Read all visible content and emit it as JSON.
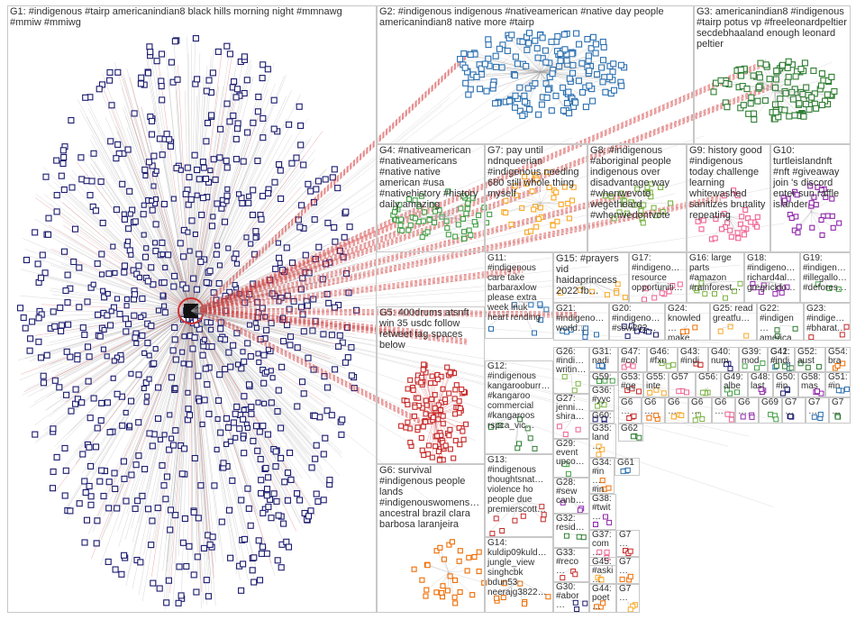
{
  "colors": {
    "g1_node": "#1a1a6e",
    "g2_node": "#2a6fb0",
    "g3_node": "#2e7d32",
    "g4_node": "#43a047",
    "g5_node": "#c62828",
    "g6_node": "#ef6c00",
    "g7_node": "#f9a825",
    "g8_node": "#7cb342",
    "g9_node": "#f06292",
    "g10_node": "#8e24aa",
    "edge_gray": "#9e9e9e",
    "edge_red": "#d32f2f",
    "border": "#c8c8c8"
  },
  "groups": [
    {
      "id": "G1",
      "label": "G1: #indigenous #tairp americanindian8 black hills morning night #mmnawg #mmiw #mmiwg"
    },
    {
      "id": "G2",
      "label": "G2: #indigenous indigenous #nativeamerican #native day people americanindian8 native more #tairp"
    },
    {
      "id": "G3",
      "label": "G3: americanindian8 #indigenous #tairp potus vp #freeleonardpeltier secdebhaaland enough leonard peltier"
    },
    {
      "id": "G4",
      "label": "G4: #nativeamerican #nativeamericans #native native american #usa #nativehistory #history daily amazing"
    },
    {
      "id": "G5",
      "label": "G5: 400drums atsnft win 35 usdc follow retweet tag spaces below"
    },
    {
      "id": "G6",
      "label": "G6: survival #indigenous people lands #indigenouswomens… ancestral brazil clara barbosa laranjeira"
    },
    {
      "id": "G7",
      "label": "G7: pay until ndnqueerian #indigenous needing 680 still whole thing myself"
    },
    {
      "id": "G8",
      "label": "G8: #indigenous #aboriginal people indigenous over disadvantage way #whenwevote wegetheard #whenwedontvote"
    },
    {
      "id": "G9",
      "label": "G9: history good #indigenous today challenge learning whitewashed sanitizes brutality repeating"
    },
    {
      "id": "G10",
      "label": "G10: turtleislandnft #nft #giveaway join 's discord enter sun raffle islander"
    },
    {
      "id": "G11",
      "label": "G11: #indigenous care take barbaraxlow please extra week lnuk heart rending"
    },
    {
      "id": "G12",
      "label": "G12: #indigenous kangarooburr… #kangaroo commercial #kangaroos rspca_vic…"
    },
    {
      "id": "G13",
      "label": "G13: #indigenous thoughtsnat… violence ho people due premierscott…"
    },
    {
      "id": "G14",
      "label": "G14: kuldip09kuld… jungle_view singhcbk bdun53 neerajg3822…"
    },
    {
      "id": "G15",
      "label": "G15: #prayers vid haidaprincess 2022 fb…"
    },
    {
      "id": "G16",
      "label": "G16: large parts #amazon #rainforest…"
    },
    {
      "id": "G17",
      "label": "G17: #indigeno… resource opportuniti…"
    },
    {
      "id": "G18",
      "label": "G18: #indigeno… richard4al… gregrickfo…"
    },
    {
      "id": "G19",
      "label": "G19: #indigen… #illegallo… #defores…"
    },
    {
      "id": "G20",
      "label": "G20: #indigeno… #ssw202…"
    },
    {
      "id": "G21",
      "label": "G21: #indigeno… world…"
    },
    {
      "id": "G22",
      "label": "G22: #indigen… america…"
    },
    {
      "id": "G23",
      "label": "G23: #indige… #bharat…"
    },
    {
      "id": "G24",
      "label": "G24: knowled… make…"
    },
    {
      "id": "G25",
      "label": "G25: read greatfu…"
    },
    {
      "id": "G26",
      "label": "G26: #indi… writin…"
    },
    {
      "id": "G27",
      "label": "G27: jenni… shira…"
    },
    {
      "id": "G28",
      "label": "G28: #sew canb…"
    },
    {
      "id": "G29",
      "label": "G29: event upco…"
    },
    {
      "id": "G30",
      "label": "G30: #abor…"
    },
    {
      "id": "G31",
      "label": "G31: nadi… tedd…"
    },
    {
      "id": "G32",
      "label": "G32: resid…"
    },
    {
      "id": "G33",
      "label": "G33: #reco…"
    },
    {
      "id": "G34",
      "label": "G34: #in… #in…"
    },
    {
      "id": "G35",
      "label": "G35: land…"
    },
    {
      "id": "G36",
      "label": "G36: #yyc…"
    },
    {
      "id": "G37",
      "label": "G37: com…"
    },
    {
      "id": "G38",
      "label": "G38: #twit…"
    },
    {
      "id": "G39",
      "label": "G39: mod…"
    },
    {
      "id": "G40",
      "label": "G40: num…"
    },
    {
      "id": "G41",
      "label": "G41: #in…"
    },
    {
      "id": "G42",
      "label": "G42: #indi…"
    },
    {
      "id": "G43",
      "label": "G43: #indi…"
    },
    {
      "id": "G44",
      "label": "G44: poet…"
    },
    {
      "id": "G45",
      "label": "G45: #aski…"
    },
    {
      "id": "G46",
      "label": "G46: #fxn…"
    },
    {
      "id": "G47",
      "label": "G47: #col…"
    },
    {
      "id": "G48",
      "label": "G48: last…"
    },
    {
      "id": "G49",
      "label": "G49: albe…"
    },
    {
      "id": "G50",
      "label": "G50: #in…"
    },
    {
      "id": "G51",
      "label": "G51: #in…"
    },
    {
      "id": "G52",
      "label": "G52: aust…"
    },
    {
      "id": "G53",
      "label": "G53: #ge…"
    },
    {
      "id": "G54",
      "label": "G54: bra…"
    },
    {
      "id": "G55",
      "label": "G55: inte…"
    },
    {
      "id": "G56",
      "label": "G56:"
    },
    {
      "id": "G57",
      "label": "G57"
    },
    {
      "id": "G58",
      "label": "G58: mas…"
    },
    {
      "id": "G59",
      "label": "G59:"
    },
    {
      "id": "G60",
      "label": "G60:"
    },
    {
      "id": "G61",
      "label": "G61"
    },
    {
      "id": "G62",
      "label": "G62"
    },
    {
      "id": "G63",
      "label": "G6…"
    },
    {
      "id": "G64",
      "label": "G6…"
    },
    {
      "id": "G65",
      "label": "G6…"
    },
    {
      "id": "G66",
      "label": "G6…"
    },
    {
      "id": "G67",
      "label": "G6…"
    },
    {
      "id": "G68",
      "label": "G6…"
    },
    {
      "id": "G69",
      "label": "G69"
    },
    {
      "id": "G70",
      "label": "G7…"
    },
    {
      "id": "G71",
      "label": "G7…"
    },
    {
      "id": "G72",
      "label": "G7…"
    },
    {
      "id": "G73",
      "label": "G7…"
    },
    {
      "id": "G74",
      "label": "G7…"
    },
    {
      "id": "G75",
      "label": "G7…"
    }
  ]
}
